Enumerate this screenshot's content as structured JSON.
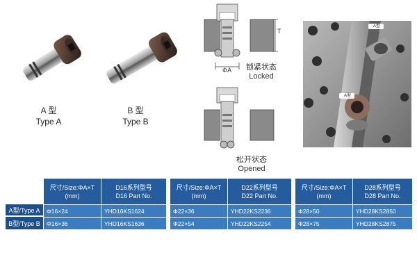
{
  "types": {
    "a": {
      "cn": "A 型",
      "en": "Type A"
    },
    "b": {
      "cn": "B 型",
      "en": "Type B"
    }
  },
  "diagram": {
    "dim_a": "ΦA",
    "dim_t": "T",
    "locked": {
      "cn": "锁紧状态",
      "en": "Locked"
    },
    "opened": {
      "cn": "松开状态",
      "en": "Opened"
    }
  },
  "photo_tags": [
    "A型",
    "A型"
  ],
  "row_labels": [
    "A型/Type A",
    "B型/Type B"
  ],
  "tables": [
    {
      "size_header_1": "尺寸/Size:ΦA×T",
      "size_header_2": "(mm)",
      "part_header_1": "D16系列型号",
      "part_header_2": "D16 Part No.",
      "rows": [
        {
          "size": "Φ16×24",
          "part": "YHD16KS1624"
        },
        {
          "size": "Φ16×36",
          "part": "YHD16KS1636"
        }
      ]
    },
    {
      "size_header_1": "尺寸/Size:ΦA×T",
      "size_header_2": "(mm)",
      "part_header_1": "D22系列型号",
      "part_header_2": "D22 Part No.",
      "rows": [
        {
          "size": "Φ22×36",
          "part": "YHD22KS2236"
        },
        {
          "size": "Φ22×54",
          "part": "YHD22KS2254"
        }
      ]
    },
    {
      "size_header_1": "尺寸/Size:ΦA×T",
      "size_header_2": "(mm)",
      "part_header_1": "D28系列型号",
      "part_header_2": "D28 Part No.",
      "rows": [
        {
          "size": "Φ28×50",
          "part": "YHD28KS2850"
        },
        {
          "size": "Φ28×75",
          "part": "YHD28KS2875"
        }
      ]
    }
  ]
}
